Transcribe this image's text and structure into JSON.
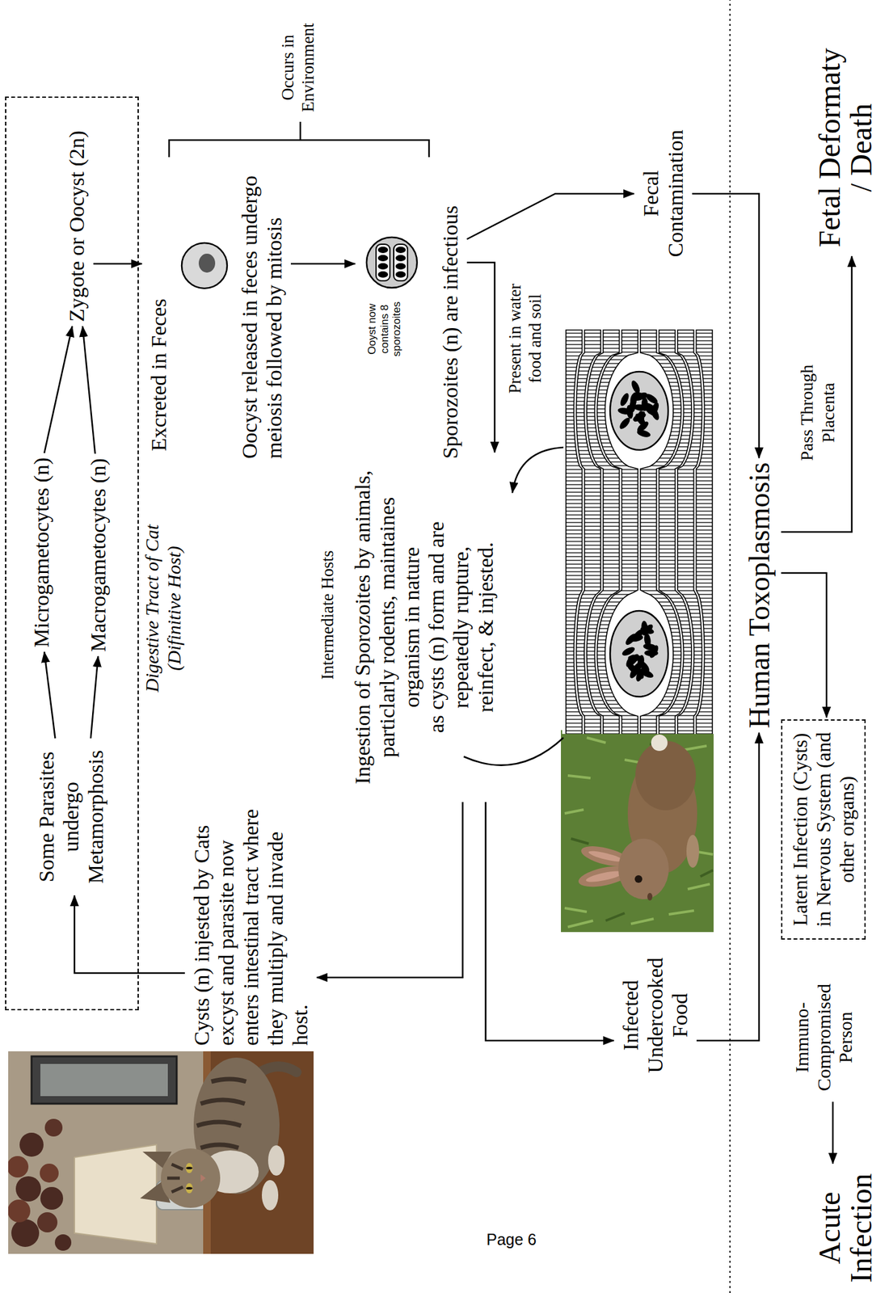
{
  "diagram": {
    "nodes": [
      {
        "text": [
          "Digestive Tract of Cat (Difinitive Host)"
        ]
      },
      {
        "text": [
          "Some Parasites undergo Metamorphosis"
        ],
        "in": 0
      },
      {
        "text": [
          "Microgametocytes (n)"
        ],
        "in": 0
      },
      {
        "text": [
          "Macrogametocytes (n)"
        ],
        "in": 0
      },
      {
        "text": [
          "Zygote or Oocyst (2n)"
        ],
        "in": 0
      },
      {
        "text": [
          "Excreted in Feces"
        ]
      },
      {
        "text": [
          "Oocyst released in feces undergo meiosis followed by mitosis"
        ]
      },
      {
        "text": [
          "Ooyst now contains 8 sporozoites"
        ]
      },
      {
        "text": [
          "Sporozoites (n) are infectious"
        ]
      },
      {
        "text": [
          "Fecal Contamination"
        ]
      },
      {
        "text": [
          "Ingestion of Sporozoites by animals, particlarly rodents, maintaines organism in nature",
          "as cysts (n) form and are repeatedly rupture, reinfect, & injested."
        ]
      },
      {
        "text": [
          "Cysts (n) injested by Cats excyst and parasite now enters intestinal tract where they multiply and invade host."
        ]
      },
      {
        "text": [
          "Infected Undercooked Food"
        ]
      },
      {
        "text": [
          "Human Toxoplasmosis"
        ]
      },
      {
        "text": [
          "Fetal Deformaty / Death"
        ]
      },
      {
        "text": [
          "Latent Infection (Cysts) in Nervous System (and other organs)"
        ]
      },
      {
        "text": [
          "Immuno- Compromised Person"
        ]
      },
      {
        "text": [
          "Acute Infection"
        ]
      }
    ],
    "edges": [
      {
        "from": 1,
        "to": 2,
        "arrow": "to"
      },
      {
        "from": 1,
        "to": 3,
        "arrow": "to"
      },
      {
        "from": 2,
        "to": 4,
        "arrow": "to"
      },
      {
        "from": 3,
        "to": 4,
        "arrow": "to"
      },
      {
        "from": 4,
        "to": 5,
        "arrow": "to"
      },
      {
        "from": 6,
        "to": 7,
        "arrow": "to"
      },
      {
        "from": 8,
        "to": 9,
        "arrow": "to"
      },
      {
        "from": 8,
        "to": 10,
        "label": "Present in water food and soil",
        "arrow": "to"
      },
      {
        "from": 10,
        "to": 11,
        "arrow": "to"
      },
      {
        "from": 10,
        "to": 12,
        "arrow": "to"
      },
      {
        "from": 11,
        "to": 1,
        "arrow": "to"
      },
      {
        "from": 9,
        "to": 13,
        "arrow": "to"
      },
      {
        "from": 12,
        "to": 13,
        "arrow": "to"
      },
      {
        "from": 13,
        "to": 15,
        "arrow": "to"
      },
      {
        "from": 13,
        "to": 14,
        "label": "Pass Through Placenta",
        "arrow": "to"
      },
      {
        "from": 16,
        "to": 17,
        "arrow": "to"
      }
    ],
    "labels": [
      "Occurs in Environment",
      "Intermediate Hosts",
      "Page 6"
    ]
  }
}
